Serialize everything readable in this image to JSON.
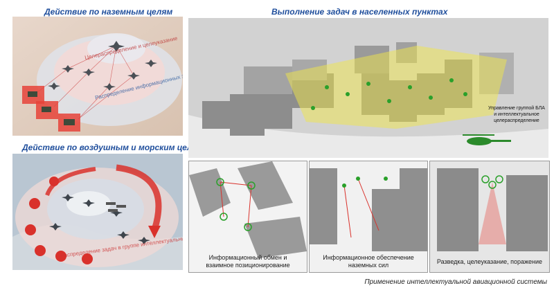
{
  "panels": {
    "ground": {
      "title": "Действие по наземным целям",
      "arc_label_outer": "Распределение информационных задач",
      "arc_label_inner": "Целераспределение и целеуказание"
    },
    "air_sea": {
      "title": "Действие по воздушным и морским целям",
      "arc_label": "Распределение задач в группе интеллектуальных БЛА"
    },
    "urban": {
      "title": "Выполнение задач в населенных пунктах",
      "callout": "Управление группой БЛА и интеллектуальное целераспределение"
    },
    "sub1": {
      "caption": "Информационный обмен и взаимное позиционирование"
    },
    "sub2": {
      "caption": "Информационное обеспечение наземных сил"
    },
    "sub3": {
      "caption": "Разведка, целеуказание, поражение"
    }
  },
  "footer": {
    "caption": "Применение интеллектуальной авиационной системы"
  },
  "colors": {
    "title_blue": "#1f4e9c",
    "red": "#d9312b",
    "zone_yellow": "#f0e64a"
  }
}
